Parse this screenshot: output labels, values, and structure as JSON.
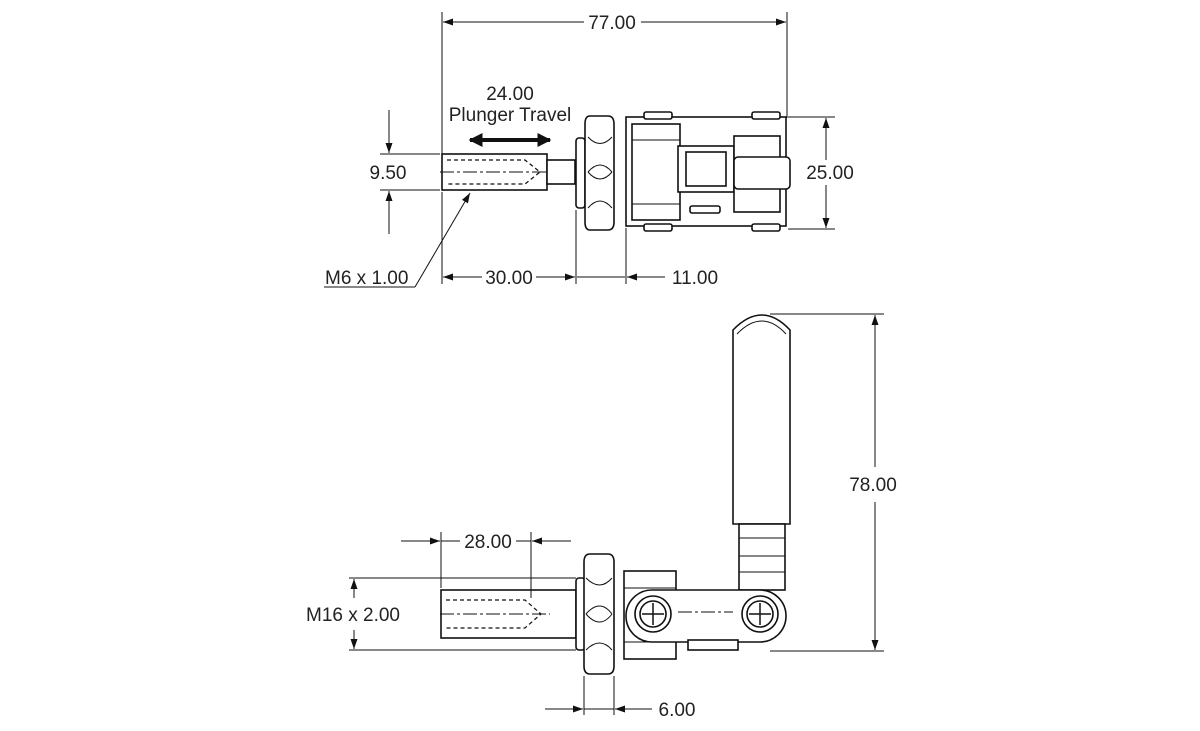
{
  "top_view": {
    "overall_length": "77.00",
    "travel_value": "24.00",
    "travel_label": "Plunger Travel",
    "plunger_dia": "9.50",
    "body_width": "25.00",
    "plunger_length": "30.00",
    "nut_to_body": "11.00",
    "thread_callout": "M6 x 1.00"
  },
  "side_view": {
    "thread_length": "28.00",
    "handle_height": "78.00",
    "mount_thread": "M16 x 2.00",
    "nut_thickness": "6.00"
  }
}
